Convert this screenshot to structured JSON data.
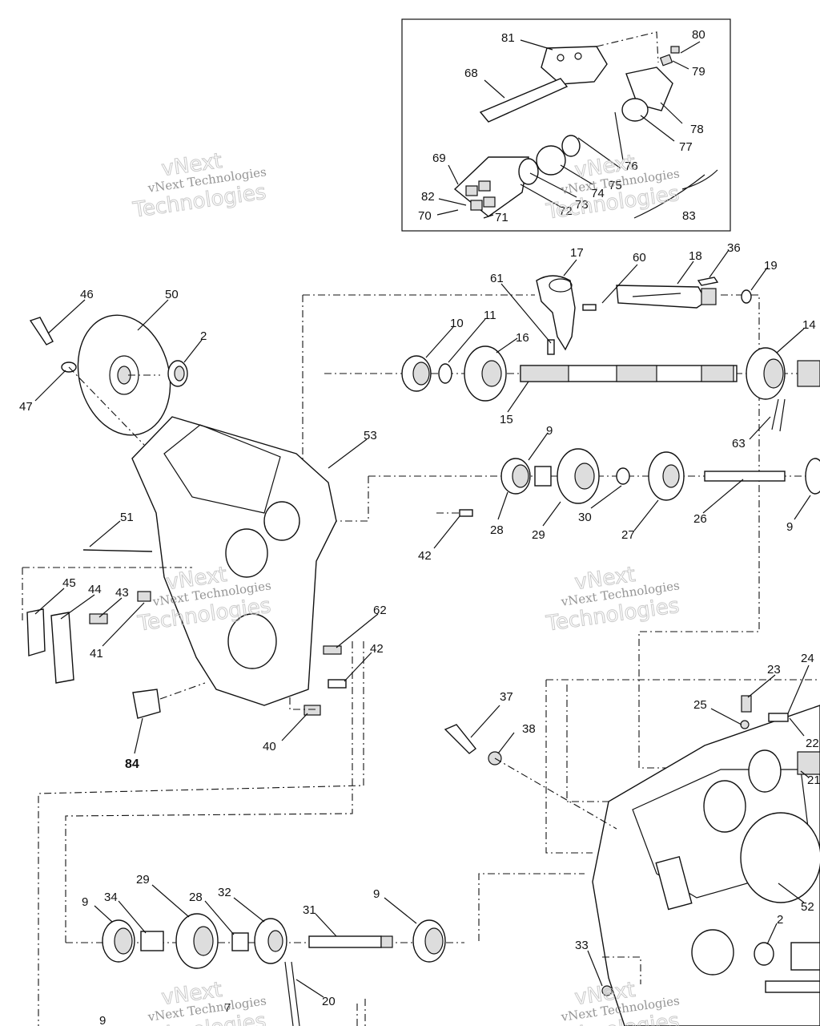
{
  "callouts": {
    "c81": "81",
    "c80": "80",
    "c79": "79",
    "c68": "68",
    "c78": "78",
    "c77": "77",
    "c76": "76",
    "c69": "69",
    "c75": "75",
    "c74": "74",
    "c73": "73",
    "c72": "72",
    "c82": "82",
    "c70": "70",
    "c71": "71",
    "c83": "83",
    "c17": "17",
    "c60": "60",
    "c18": "18",
    "c36": "36",
    "c19": "19",
    "c61": "61",
    "c10": "10",
    "c11": "11",
    "c16": "16",
    "c14": "14",
    "c46": "46",
    "c50": "50",
    "c2a": "2",
    "c47": "47",
    "c15": "15",
    "c63": "63",
    "c53": "53",
    "c9a": "9",
    "c28a": "28",
    "c29a": "29",
    "c30": "30",
    "c27": "27",
    "c26": "26",
    "c9b": "9",
    "c51": "51",
    "c42a": "42",
    "c45": "45",
    "c44": "44",
    "c43": "43",
    "c41": "41",
    "c62": "62",
    "c42b": "42",
    "c23": "23",
    "c24": "24",
    "c25": "25",
    "c22": "22",
    "c37": "37",
    "c38": "38",
    "c40": "40",
    "c84": "84",
    "c21": "21",
    "c52": "52",
    "c9c": "9",
    "c34": "34",
    "c29b": "29",
    "c28b": "28",
    "c32": "32",
    "c31": "31",
    "c9d": "9",
    "c2b": "2",
    "c33": "33",
    "c20": "20",
    "c7": "7",
    "c9e": "9"
  },
  "watermarks": {
    "w1a": "vNext",
    "w1b": "vNext Technologies",
    "w1c": "Technologies",
    "w2a": "vNext",
    "w2b": "vNext Technologies",
    "w2c": "Technologies",
    "w3a": "vNext",
    "w3b": "vNext Technologies",
    "w3c": "Technologies",
    "w4a": "vNext",
    "w4b": "vNext Technologies",
    "w4c": "Technologies",
    "w5a": "vNext",
    "w5b": "vNext Technologies",
    "w5c": "Technologies",
    "w6a": "vNext",
    "w6b": "vNext Technologies",
    "w6c": "Technologies"
  }
}
